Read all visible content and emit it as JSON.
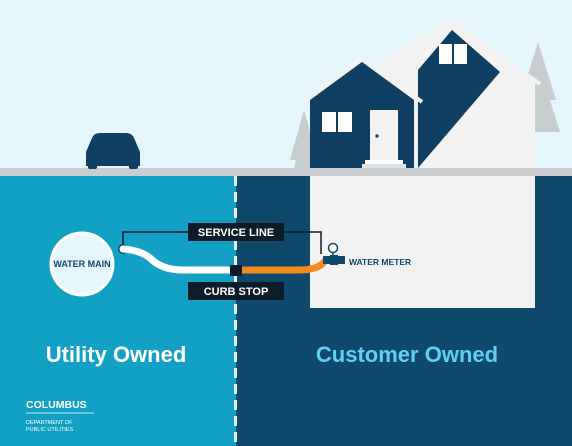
{
  "labels": {
    "water_main": "WATER MAIN",
    "service_line": "SERVICE LINE",
    "curb_stop": "CURB STOP",
    "water_meter": "WATER METER"
  },
  "ownership": {
    "utility": "Utility Owned",
    "customer": "Customer Owned"
  },
  "logo": {
    "name": "COLUMBUS",
    "dept_line1": "DEPARTMENT OF",
    "dept_line2": "PUBLIC UTILITIES"
  },
  "icons": [
    "car-icon",
    "house-icon",
    "tree-icon",
    "water-meter-icon"
  ],
  "colors": {
    "sky": "#e4f6fb",
    "ground_line": "#c9cdd0",
    "utility_ground": "#13a0c5",
    "customer_ground": "#0f4a6c",
    "house_roof": "#0f3f62",
    "house_wall": "#f2f2f2",
    "tree": "#c8cdd0",
    "pipe_white": "#ffffff",
    "pipe_orange": "#f28a1e",
    "customer_text": "#5fd0f3",
    "utility_text": "#ffffff",
    "label_box": "#0d1c2a"
  }
}
